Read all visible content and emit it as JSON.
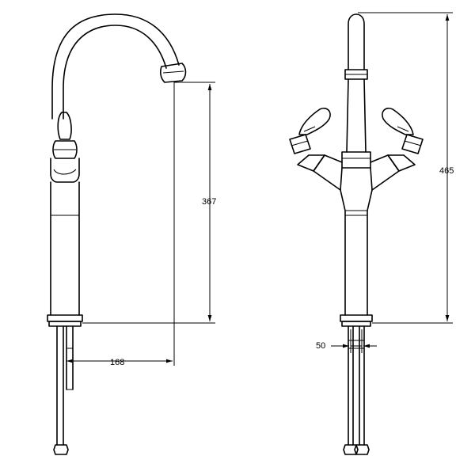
{
  "dimensions": {
    "side_height": "367",
    "side_reach": "168",
    "front_height": "465",
    "front_centers": "50"
  }
}
